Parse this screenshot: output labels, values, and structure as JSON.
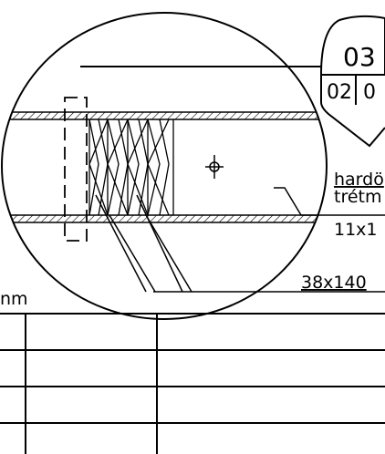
{
  "title_bubble": {
    "top_text": "03",
    "bottom_left": "02",
    "bottom_right": "0"
  },
  "labels": {
    "material_line1": "hardö",
    "material_line2": "trétm",
    "material_size": "11x1",
    "timber_size": "38x140",
    "unit_fragment": "nm"
  },
  "colors": {
    "line": "#000000",
    "background": "#ffffff"
  }
}
